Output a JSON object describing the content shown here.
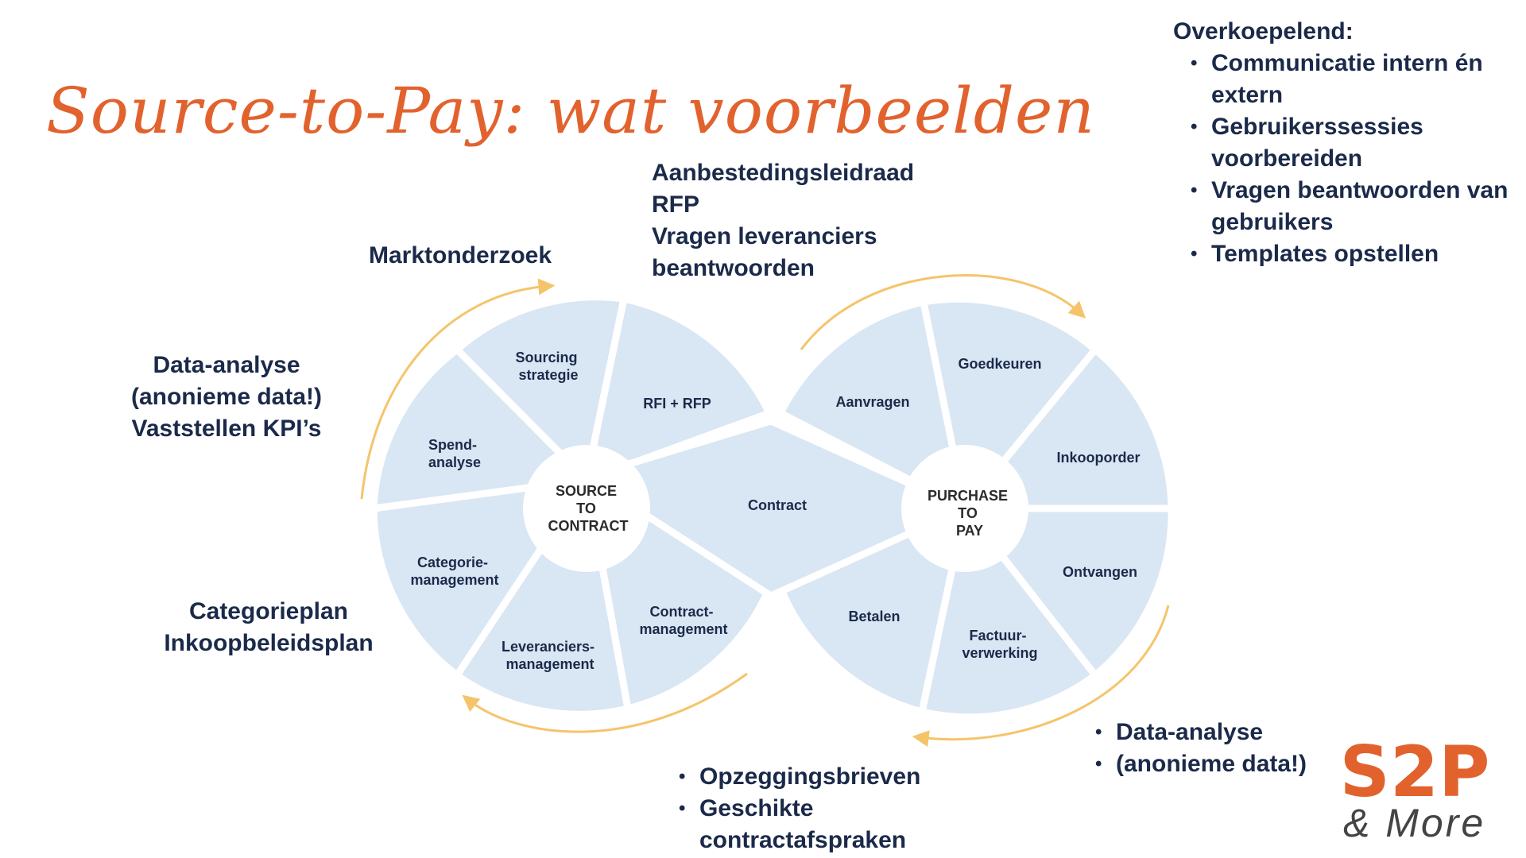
{
  "title": "Source-to-Pay: wat voorbeelden",
  "overkoepelend": {
    "heading": "Overkoepelend:",
    "items": [
      "Communicatie intern én extern",
      "Gebruikerssessies voorbereiden",
      "Vragen beantwoorden van gebruikers",
      "Templates opstellen"
    ]
  },
  "annotations": {
    "marktonderzoek": "Marktonderzoek",
    "aanbesteding": [
      "Aanbestedingsleidraad",
      "RFP",
      "Vragen leveranciers",
      "beantwoorden"
    ],
    "data_analyse_left": [
      "Data-analyse",
      "(anonieme data!)",
      "Vaststellen KPI’s"
    ],
    "categorieplan": [
      "Categorieplan",
      "Inkoopbeleidsplan"
    ],
    "opzegging": [
      "Opzeggingsbrieven",
      "Geschikte contractafspraken"
    ],
    "data_analyse_right": [
      "Data-analyse",
      "(anonieme data!)"
    ]
  },
  "source_to_contract": {
    "center": [
      "SOURCE",
      "TO",
      "CONTRACT"
    ],
    "segments": [
      [
        "Sourcing",
        "strategie"
      ],
      [
        "RFI + RFP"
      ],
      [
        "Contract-",
        "management"
      ],
      [
        "Leveranciers-",
        "management"
      ],
      [
        "Categorie-",
        "management"
      ],
      [
        "Spend-",
        "analyse"
      ]
    ]
  },
  "contract": "Contract",
  "purchase_to_pay": {
    "center": [
      "PURCHASE",
      "TO",
      "PAY"
    ],
    "segments": [
      [
        "Aanvragen"
      ],
      [
        "Goedkeuren"
      ],
      [
        "Inkooporder"
      ],
      [
        "Ontvangen"
      ],
      [
        "Factuur-",
        "verwerking"
      ],
      [
        "Betalen"
      ]
    ]
  },
  "logo": {
    "mark": "S2P",
    "sub": "& More"
  },
  "colors": {
    "segment": "#d9e6f3",
    "text": "#1b2a4a",
    "accent": "#e2622e",
    "arrow": "#f5c46a"
  }
}
